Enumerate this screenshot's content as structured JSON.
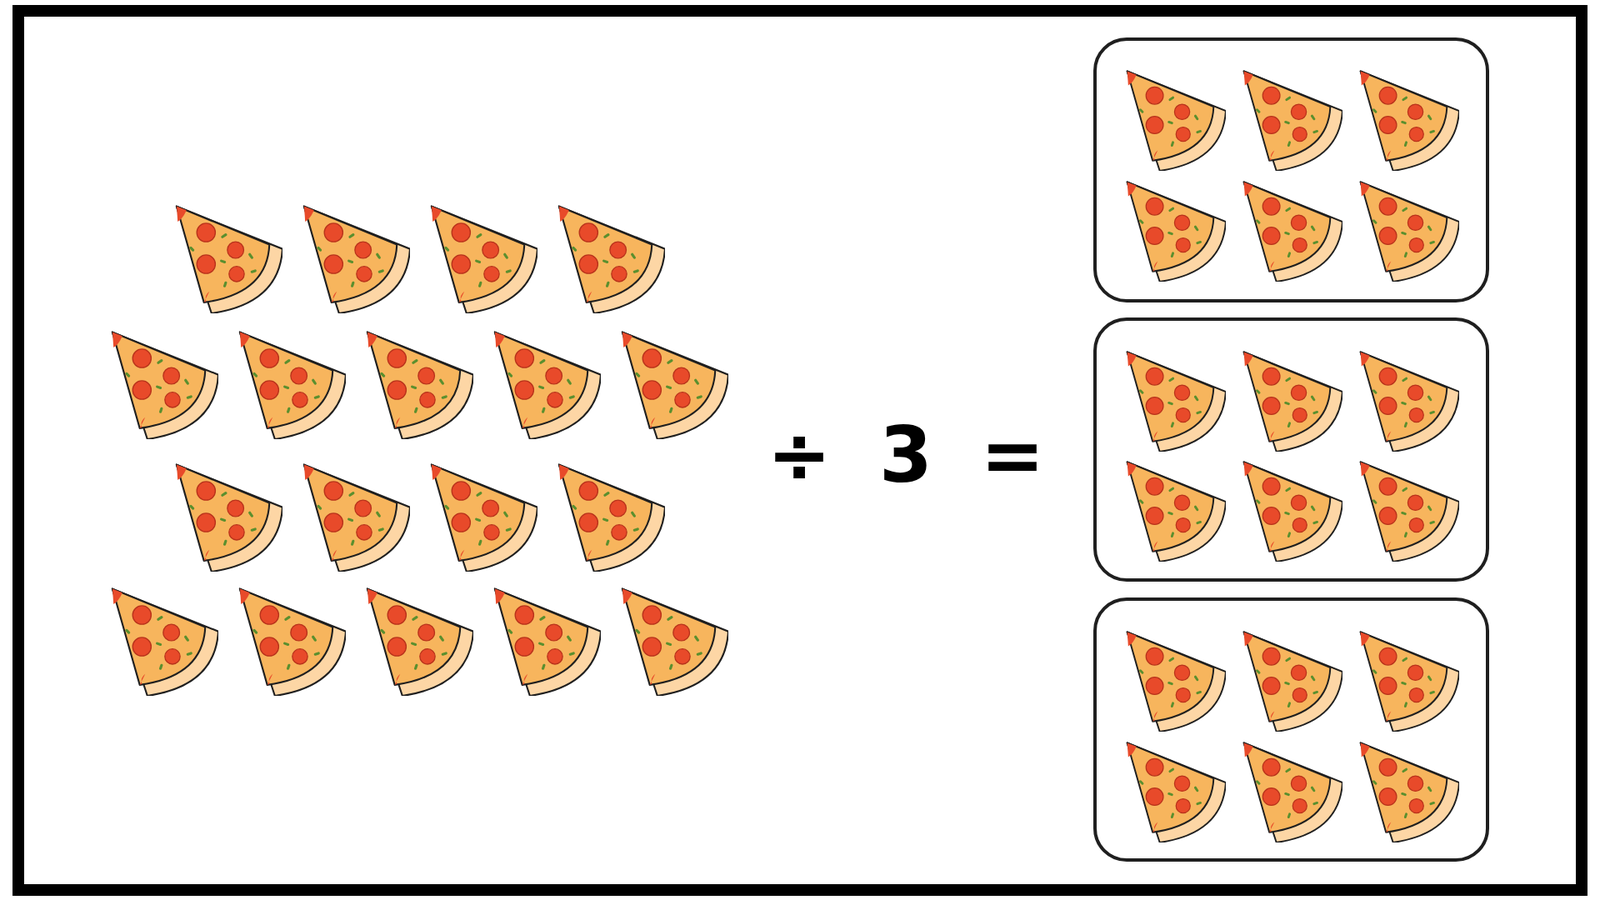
{
  "diagram": {
    "labels": [
      "÷",
      "3",
      "="
    ]
  }
}
